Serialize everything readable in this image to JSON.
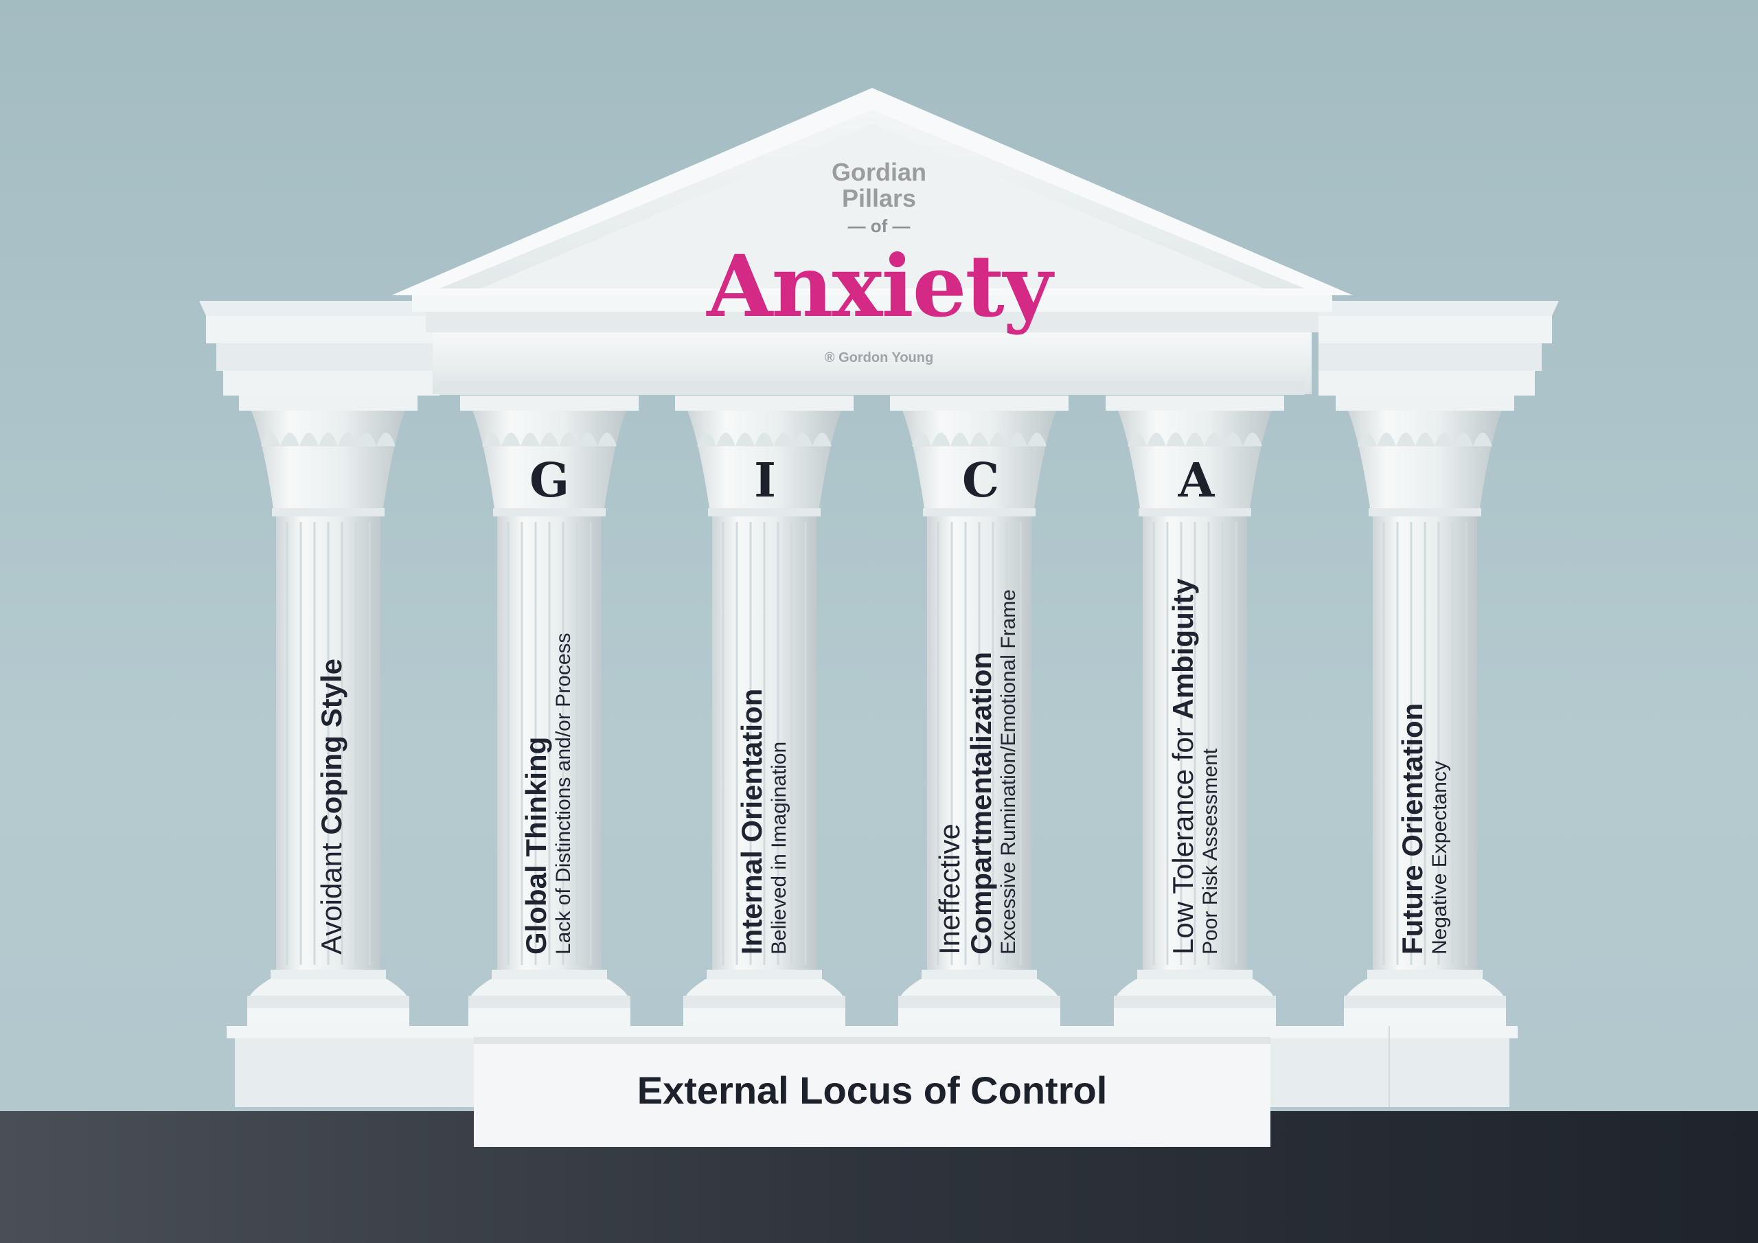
{
  "title": {
    "line1": "Gordian",
    "line2": "Pillars",
    "connector": "— of —",
    "main": "Anxiety",
    "credit": "® Gordon Young"
  },
  "colors": {
    "accent": "#d42a86",
    "text": "#1f2430",
    "stone": "#eef1f2",
    "sky": "#a3bcc2",
    "floor": "#2e333c"
  },
  "capitals": [
    "G",
    "I",
    "C",
    "A"
  ],
  "pillars": [
    {
      "main_regular": "Avoidant ",
      "main_bold": "Coping Style",
      "sub": ""
    },
    {
      "main_regular": "",
      "main_bold": "Global Thinking",
      "sub": "Lack of Distinctions and/or Process"
    },
    {
      "main_regular": "",
      "main_bold": "Internal Orientation",
      "sub": "Believed in Imagination"
    },
    {
      "main_regular": "Ineffective",
      "main_bold": "Compartmentalization",
      "sub": "Excessive Rumination/Emotional Frame"
    },
    {
      "main_regular": "Low Tolerance for ",
      "main_bold": "Ambiguity",
      "sub": "Poor Risk Assessment"
    },
    {
      "main_regular": "",
      "main_bold": "Future Orientation",
      "sub": "Negative Expectancy"
    }
  ],
  "base": {
    "label": "External Locus of Control"
  }
}
